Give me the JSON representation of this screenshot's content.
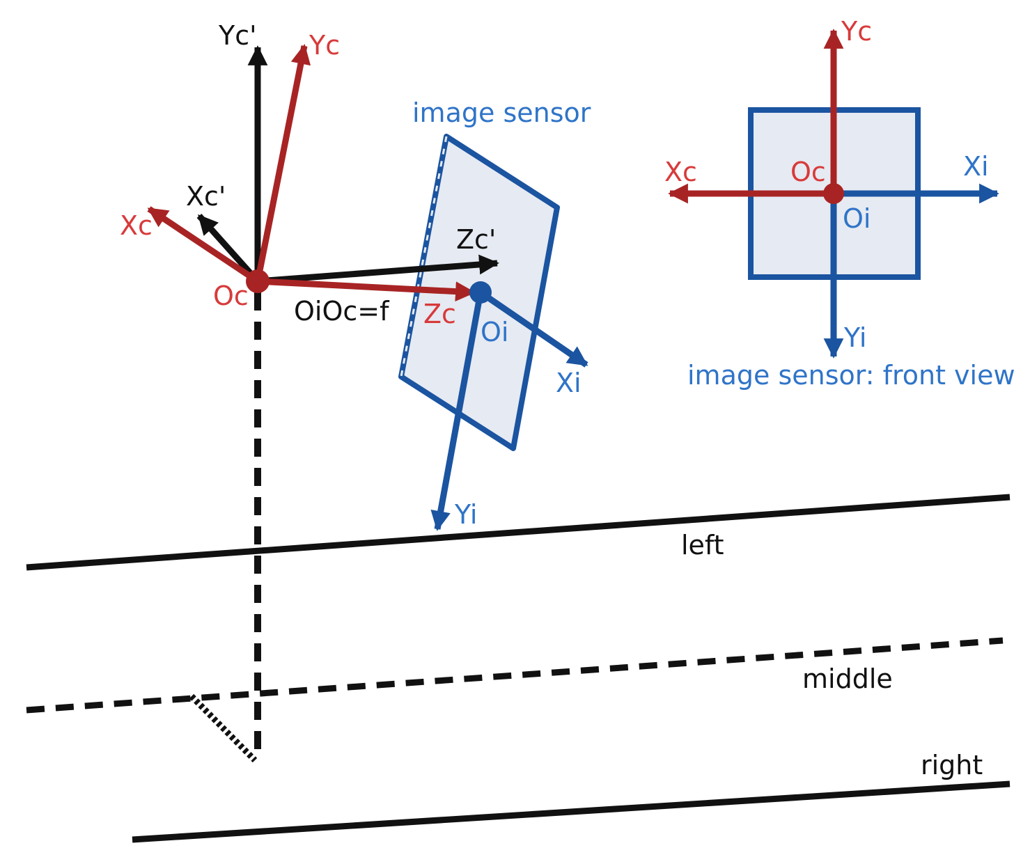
{
  "colors": {
    "black": "#111111",
    "red": "#a82424",
    "red_text": "#d83a3a",
    "blue": "#1b54a0",
    "blue_text": "#2f74c8",
    "sensor_fill": "#e6eaf2"
  },
  "camera_axes": {
    "yc_prime": "Yc'",
    "yc": "Yc",
    "xc_prime": "Xc'",
    "xc": "Xc",
    "zc_prime": "Zc'",
    "zc": "Zc",
    "origin_oc": "Oc",
    "focal_relation": "OiOc=f"
  },
  "image_sensor": {
    "title": "image sensor",
    "origin_oi": "Oi",
    "xi": "Xi",
    "yi": "Yi"
  },
  "front_view": {
    "yc": "Yc",
    "xc": "Xc",
    "oc": "Oc",
    "xi": "Xi",
    "oi": "Oi",
    "yi": "Yi",
    "caption": "image sensor: front view"
  },
  "lanes": {
    "left": "left",
    "middle": "middle",
    "right": "right"
  }
}
